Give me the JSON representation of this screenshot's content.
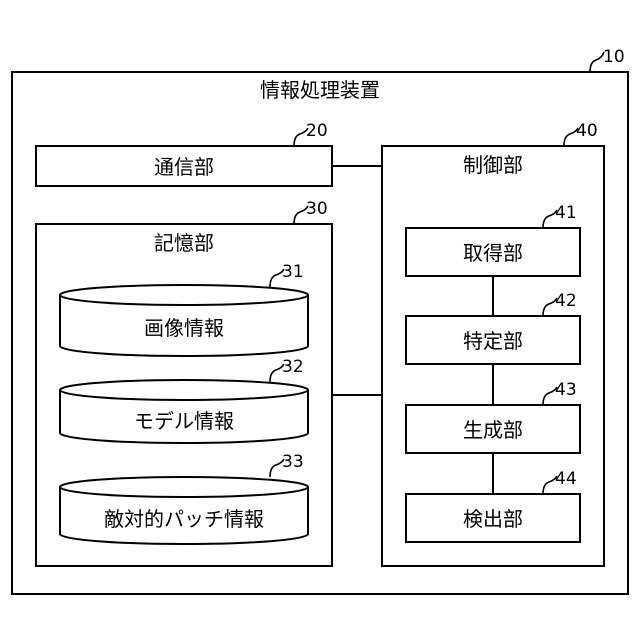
{
  "device": {
    "title": "情報処理装置",
    "ref": "10"
  },
  "comm": {
    "label": "通信部",
    "ref": "20"
  },
  "storage": {
    "label": "記憶部",
    "ref": "30",
    "items": [
      {
        "label": "画像情報",
        "ref": "31"
      },
      {
        "label": "モデル情報",
        "ref": "32"
      },
      {
        "label": "敵対的パッチ情報",
        "ref": "33"
      }
    ]
  },
  "control": {
    "label": "制御部",
    "ref": "40",
    "units": [
      {
        "label": "取得部",
        "ref": "41"
      },
      {
        "label": "特定部",
        "ref": "42"
      },
      {
        "label": "生成部",
        "ref": "43"
      },
      {
        "label": "検出部",
        "ref": "44"
      }
    ]
  }
}
